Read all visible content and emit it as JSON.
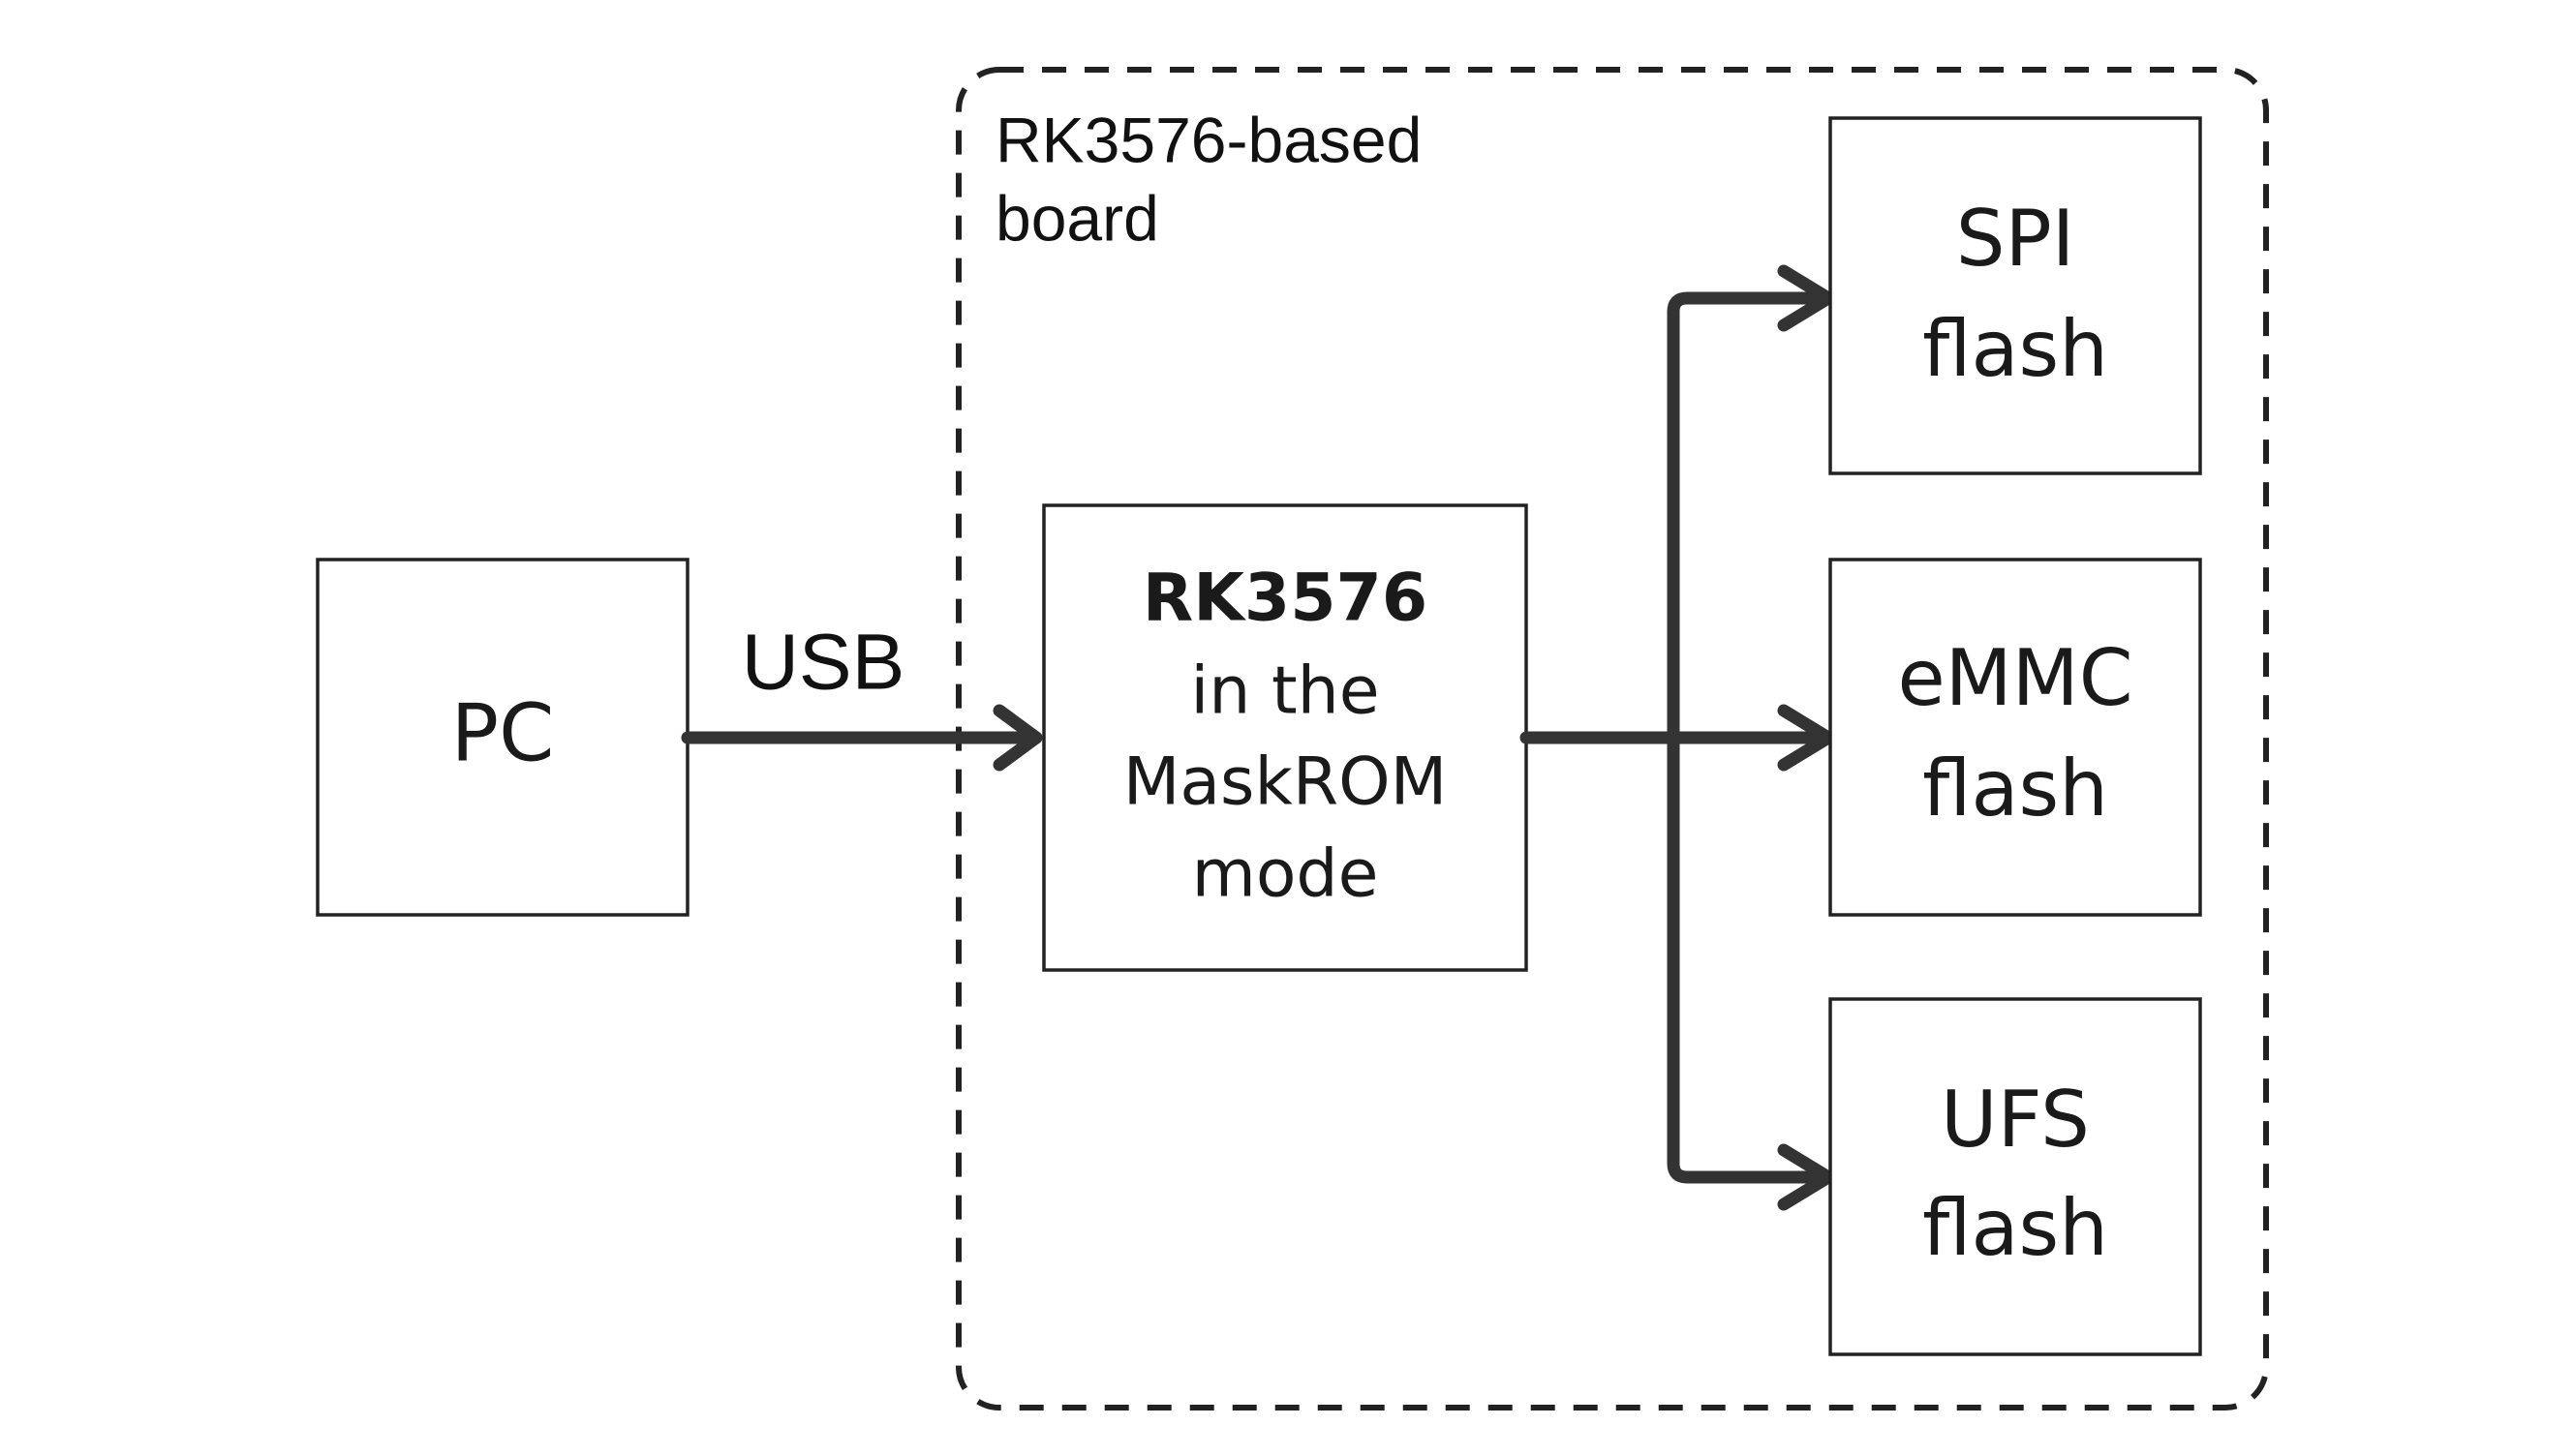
{
  "board": {
    "title_line1": "RK3576-based",
    "title_line2": "board"
  },
  "pc": {
    "label": "PC"
  },
  "connection": {
    "label": "USB"
  },
  "soc": {
    "name": "RK3576",
    "line2": "in the",
    "line3": "MaskROM",
    "line4": "mode"
  },
  "storage": [
    {
      "line1": "SPI",
      "line2": "flash"
    },
    {
      "line1": "eMMC",
      "line2": "flash"
    },
    {
      "line1": "UFS",
      "line2": "flash"
    }
  ],
  "colors": {
    "line": "#333333",
    "border": "#222222",
    "background": "#ffffff"
  }
}
